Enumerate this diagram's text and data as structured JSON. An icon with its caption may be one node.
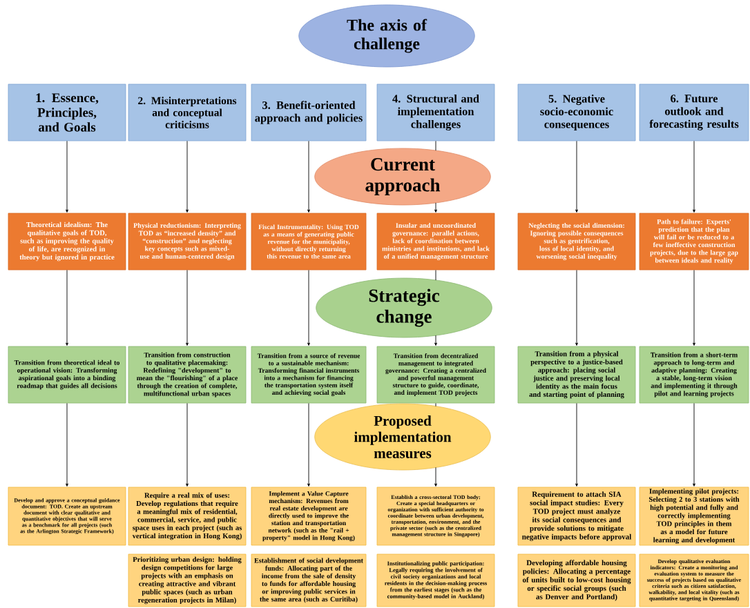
{
  "diagram": {
    "nodes": [
      {
        "text": [
          "The axis of challenge"
        ]
      },
      {
        "text": [
          "1. Essence, Principles, and Goals"
        ]
      },
      {
        "text": [
          "2. Misinterpretations and conceptual criticisms"
        ]
      },
      {
        "text": [
          "3. Benefit-oriented approach and policies"
        ]
      },
      {
        "text": [
          "4. Structural and implementation challenges"
        ]
      },
      {
        "text": [
          "5. Negative socio-economic consequences"
        ]
      },
      {
        "text": [
          "6. Future outlook and forecasting results"
        ]
      },
      {
        "text": [
          "Current approach"
        ]
      },
      {
        "text": [
          "Theoretical idealism: The qualitative goals of TOD, such as improving the quality of life, are recognized in theory but ignored in practice"
        ]
      },
      {
        "text": [
          "Physical reductionism: Interpreting TOD as “increased density” and “construction” and neglecting key concepts such as mixed-use and human-centered design"
        ]
      },
      {
        "text": [
          "Fiscal Instrumentality: Using TOD as a means of generating public revenue for the municipality, without directly returning this revenue to the same area"
        ]
      },
      {
        "text": [
          "Insular and uncoordinated governance: parallel actions, lack of coordination between ministries and institutions, and lack of a unified management structure"
        ]
      },
      {
        "text": [
          "Neglecting the social dimension: Ignoring possible consequences such as gentrification, loss of local identity, and worsening social inequality"
        ]
      },
      {
        "text": [
          "Path to failure: Experts' prediction that the plan will fail or be reduced to a few ineffective construction projects, due to the large gap between ideals and reality"
        ]
      },
      {
        "text": [
          "Strategic change"
        ]
      },
      {
        "text": [
          "Transition from theoretical ideal to operational vision: Transforming aspirational goals into a binding roadmap that guides all decisions"
        ]
      },
      {
        "text": [
          "Transition from construction to qualitative placemaking: Redefining \"development\" to mean the \"flourishing\" of a place through the creation of complete, multifunctional urban spaces"
        ]
      },
      {
        "text": [
          "Transition from a source of revenue to a sustainable mechanism: Transforming financial instruments into a mechanism for financing the transportation system itself and achieving social goals"
        ]
      },
      {
        "text": [
          "Transition from decentralized management to integrated governance: Creating a centralized and powerful management structure to guide, coordinate, and implement TOD projects"
        ]
      },
      {
        "text": [
          "Transition from a physical perspective to a justice-based approach: placing social justice and preserving local identity as the main focus and starting point of planning"
        ]
      },
      {
        "text": [
          "Transition from a short-term approach to long-term and adaptive planning: Creating a stable, long-term vision and implementing it through pilot and learning projects"
        ]
      },
      {
        "text": [
          "Proposed implementation measures"
        ]
      },
      {
        "text": [
          "Develop and approve a conceptual guidance document: TOD. Create an upstream document with clear qualitative and quantitative objectives that will serve as a benchmark for all projects (such as the Arlington Strategic Framework)"
        ]
      },
      {
        "text": [
          "Require a real mix of uses: Develop regulations that require a meaningful mix of residential, commercial, service, and public space uses in each project (such as vertical integration in Hong Kong)"
        ]
      },
      {
        "text": [
          "Implement a Value Capture mechanism: Revenues from real estate development are directly used to improve the station and transportation network (such as the \"rail + property\" model in Hong Kong)"
        ]
      },
      {
        "text": [
          "Establish a cross-sectoral TOD body: Create a special headquarters or organization with sufficient authority to coordinate between urban development, transportation, environment, and the private sector (such as the centralized management structure in Singapore)"
        ]
      },
      {
        "text": [
          "Requirement to attach SIA social impact studies: Every TOD project must analyze its social consequences and provide solutions to mitigate negative impacts before approval"
        ]
      },
      {
        "text": [
          "Implementing pilot projects: Selecting 2 to 3 stations with high potential and fully and correctly implementing TOD principles in them as a model for future learning and development"
        ]
      },
      {
        "text": [
          "Prioritizing urban design: holding design competitions for large projects with an emphasis on creating attractive and vibrant public spaces (such as urban regeneration projects in Milan)"
        ]
      },
      {
        "text": [
          "Establishment of social development funds: Allocating part of the income from the sale of density to funds for affordable housing or improving public services in the same area (such as Curitiba)"
        ]
      },
      {
        "text": [
          "Institutionalizing public participation: Legally requiring the involvement of civil society organizations and local residents in the decision-making process from the earliest stages (such as the community-based model in Auckland)"
        ]
      },
      {
        "text": [
          "Developing affordable housing policies: Allocating a percentage of units built to low-cost housing or specific social groups (such as Denver and Portland)"
        ]
      },
      {
        "text": [
          "Develop qualitative evaluation indicators: Create a monitoring and evaluation system to measure the success of projects based on qualitative criteria such as citizen satisfaction, walkability, and local vitality (such as quantitative targeting in Queensland)"
        ]
      }
    ],
    "edges": [
      {
        "from": 1,
        "to": 8,
        "arrow": "to"
      },
      {
        "from": 2,
        "to": 9,
        "arrow": "to"
      },
      {
        "from": 3,
        "to": 10,
        "arrow": "to"
      },
      {
        "from": 4,
        "to": 7,
        "arrow": "none"
      },
      {
        "from": 7,
        "to": 11,
        "arrow": "to"
      },
      {
        "from": 5,
        "to": 12,
        "arrow": "to"
      },
      {
        "from": 6,
        "to": 13,
        "arrow": "to"
      },
      {
        "from": 8,
        "to": 15,
        "arrow": "to"
      },
      {
        "from": 9,
        "to": 16,
        "arrow": "to"
      },
      {
        "from": 10,
        "to": 17,
        "arrow": "to"
      },
      {
        "from": 11,
        "to": 14,
        "arrow": "none"
      },
      {
        "from": 14,
        "to": 18,
        "arrow": "to"
      },
      {
        "from": 12,
        "to": 19,
        "arrow": "to"
      },
      {
        "from": 13,
        "to": 20,
        "arrow": "to"
      },
      {
        "from": 15,
        "to": 22,
        "arrow": "to"
      },
      {
        "from": 16,
        "to": 23,
        "arrow": "to"
      },
      {
        "from": 17,
        "to": 24,
        "arrow": "to"
      },
      {
        "from": 18,
        "to": 21,
        "arrow": "none"
      },
      {
        "from": 21,
        "to": 25,
        "arrow": "to"
      },
      {
        "from": 19,
        "to": 26,
        "arrow": "to"
      },
      {
        "from": 20,
        "to": 27,
        "arrow": "to"
      }
    ]
  }
}
